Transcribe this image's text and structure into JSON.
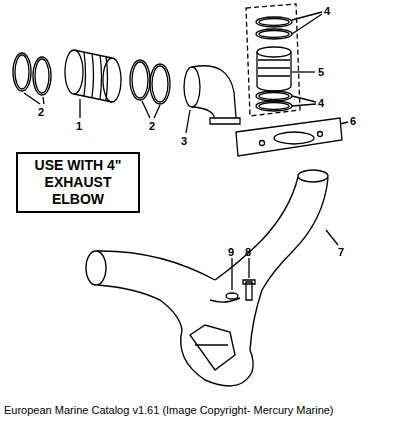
{
  "diagram": {
    "caption": "European Marine Catalog v1.61 (Image Copyright- Mercury Marine)",
    "nodes": [
      {
        "text": [
          "USE WITH 4\" EXHAUST ELBOW"
        ]
      }
    ],
    "edges": [],
    "labels": [
      "2",
      "1",
      "2",
      "3",
      "4",
      "5",
      "4",
      "6",
      "7",
      "9",
      "8"
    ]
  }
}
